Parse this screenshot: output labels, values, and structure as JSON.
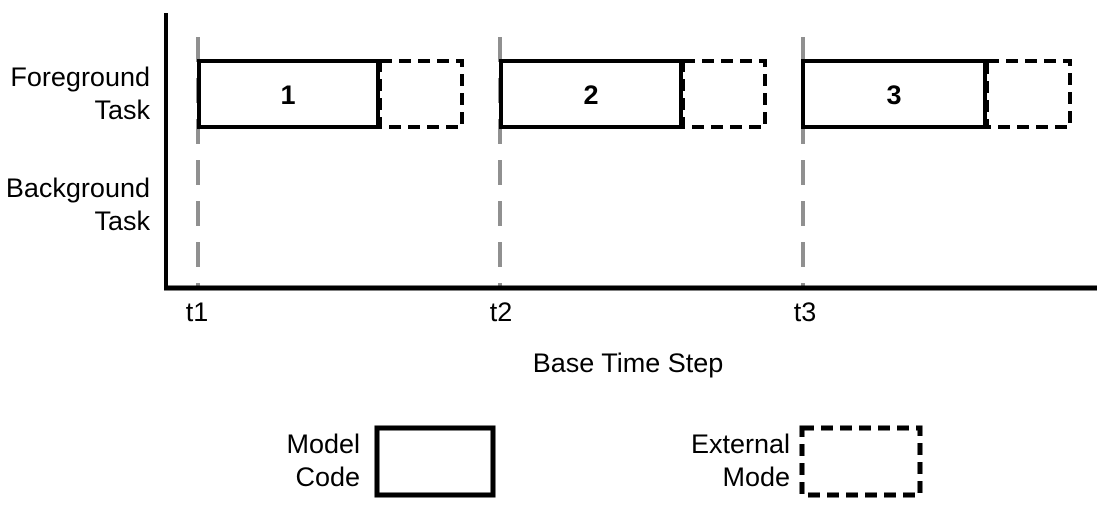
{
  "rows": [
    {
      "label_lines": [
        "Foreground",
        "Task"
      ]
    },
    {
      "label_lines": [
        "Background",
        "Task"
      ]
    }
  ],
  "x_axis": {
    "label": "Base Time Step",
    "ticks": [
      "t1",
      "t2",
      "t3"
    ]
  },
  "tasks": [
    {
      "number": "1",
      "row": "Foreground Task",
      "starts_at": "t1",
      "phases": [
        "Model Code",
        "External Mode"
      ]
    },
    {
      "number": "2",
      "row": "Foreground Task",
      "starts_at": "t2",
      "phases": [
        "Model Code",
        "External Mode"
      ]
    },
    {
      "number": "3",
      "row": "Foreground Task",
      "starts_at": "t3",
      "phases": [
        "Model Code",
        "External Mode"
      ]
    }
  ],
  "legend": {
    "model_code": {
      "label_lines": [
        "Model",
        "Code"
      ],
      "box_style": "solid"
    },
    "external_mode": {
      "label_lines": [
        "External",
        "Mode"
      ],
      "box_style": "dashed"
    }
  },
  "colors": {
    "ink": "#000000",
    "grid_line": "#909090",
    "background": "#ffffff"
  }
}
